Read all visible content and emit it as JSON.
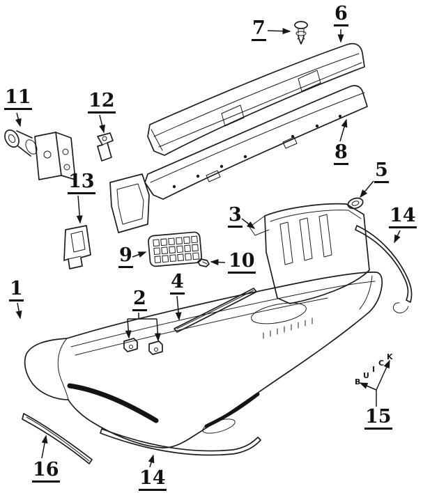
{
  "page": {
    "background_color": "#ffffff",
    "line_color": "#1c1c1c"
  },
  "diagram": {
    "callouts": {
      "c1": "1",
      "c2": "2",
      "c3": "3",
      "c4": "4",
      "c5": "5",
      "c6": "6",
      "c7": "7",
      "c8": "8",
      "c9": "9",
      "c10": "10",
      "c11": "11",
      "c12": "12",
      "c13": "13",
      "c14a": "14",
      "c14b": "14",
      "c15": "15",
      "c16": "16"
    },
    "lettering": [
      "B",
      "U",
      "I",
      "C",
      "K"
    ]
  }
}
